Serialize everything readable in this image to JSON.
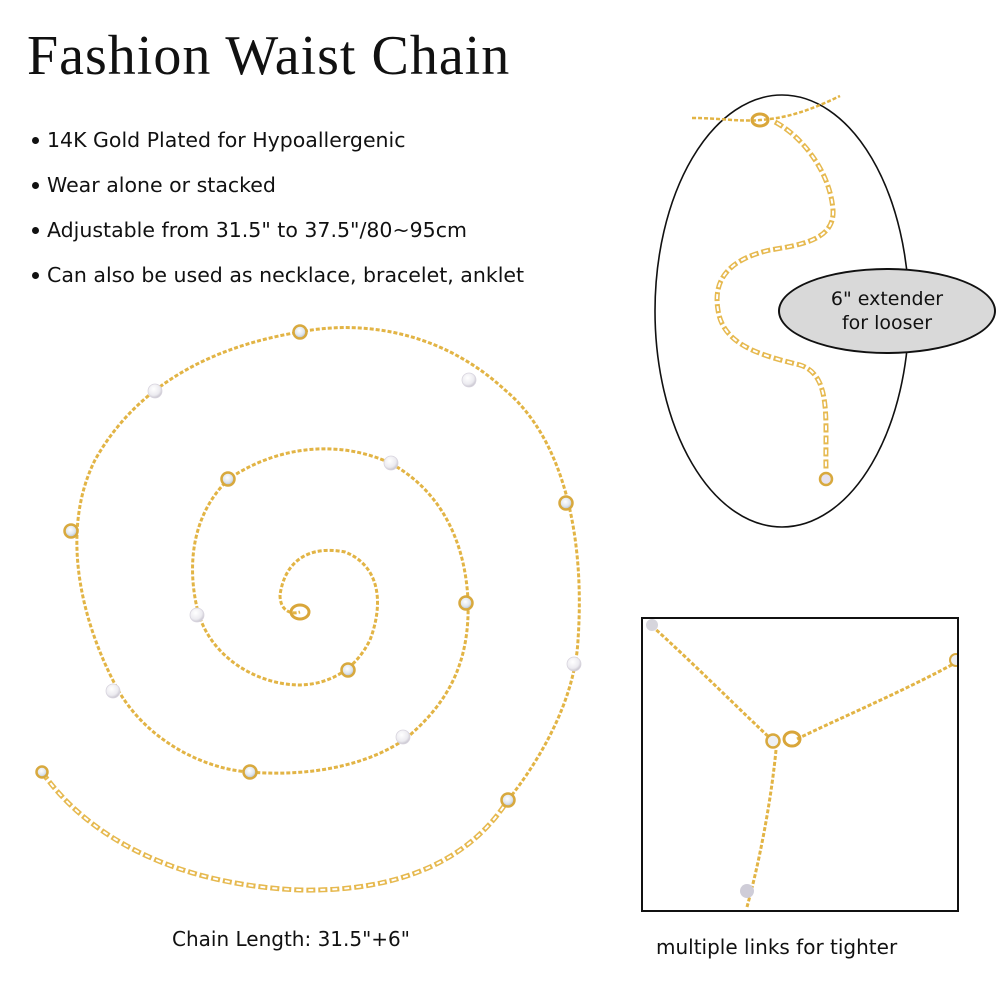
{
  "title": "Fashion Waist Chain",
  "features": [
    "14K Gold Plated for Hypoallergenic",
    "Wear alone or stacked",
    "Adjustable from 31.5\" to 37.5\"/80~95cm",
    "Can also be used as necklace, bracelet, anklet"
  ],
  "main_image": {
    "caption": "Chain Length: 31.5\"+6\"",
    "subject": "gold chain coiled in a spiral with clear bezel stones and white pearls, lobster clasp at center, extender chain at tail"
  },
  "extender_callout": {
    "line1": "6\" extender",
    "line2": "for looser"
  },
  "detail_image": {
    "caption": "multiple links for tighter"
  },
  "colors": {
    "gold": "#e2b445",
    "gold_dark": "#c9952c",
    "pearl": "#ecebf0",
    "stone": "#e6ecf2",
    "callout_fill": "#d9d9d9",
    "text": "#111111"
  }
}
